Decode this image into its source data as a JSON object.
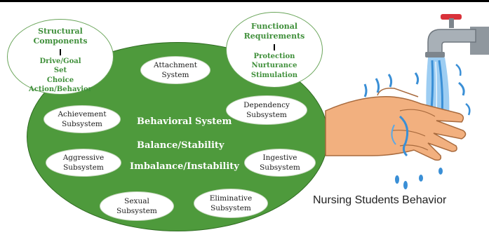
{
  "structural": {
    "title_line1": "Structural",
    "title_line2": "Components",
    "items": [
      "Drive/Goal",
      "Set",
      "Choice",
      "Action/Behavior"
    ]
  },
  "functional": {
    "title_line1": "Functional",
    "title_line2": "Requirements",
    "items": [
      "Protection",
      "Nurturance",
      "Stimulation"
    ]
  },
  "center": {
    "line1": "Behavioral System",
    "line2": "Balance/Stability",
    "line3": "Imbalance/Instability"
  },
  "subsystems": {
    "attachment": [
      "Attachment",
      "System"
    ],
    "achievement": [
      "Achievement",
      "Subsystem"
    ],
    "dependency": [
      "Dependency",
      "Subsystem"
    ],
    "aggressive": [
      "Aggressive",
      "Subsystem"
    ],
    "ingestive": [
      "Ingestive",
      "Subsystem"
    ],
    "sexual": [
      "Sexual",
      "Subsystem"
    ],
    "eliminative": [
      "Eliminative",
      "Subsystem"
    ]
  },
  "caption": "Nursing Students Behavior",
  "colors": {
    "main_green": "#4e9a3c",
    "text_green": "#3f8f3a",
    "skin": "#f2b07f",
    "water": "#3a8fd6",
    "faucet": "#9aa3ab",
    "handle": "#d9323a"
  },
  "icons": [
    "faucet-icon",
    "water-stream-icon",
    "hands-icon",
    "water-drop-icon"
  ]
}
